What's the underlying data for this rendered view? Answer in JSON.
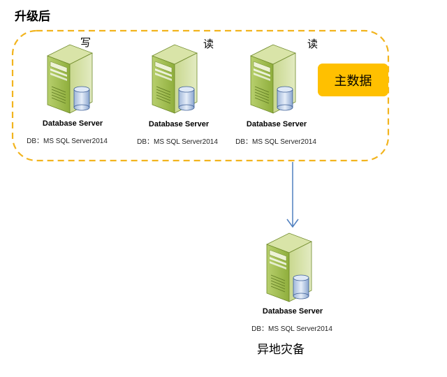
{
  "title": "升级后",
  "primary_badge": "主数据",
  "disaster_recovery_label": "异地灾备",
  "colors": {
    "dash_border": "#f2b41e",
    "badge": "#ffc000",
    "arrow": "#4f7fbf",
    "server_green": "#9fbe4a"
  },
  "servers": [
    {
      "op": "写",
      "name": "Database Server",
      "db": "DB：MS SQL Server2014"
    },
    {
      "op": "读",
      "name": "Database Server",
      "db": "DB：MS SQL Server2014"
    },
    {
      "op": "读",
      "name": "Database Server",
      "db": "DB：MS SQL Server2014"
    }
  ],
  "backup_server": {
    "name": "Database Server",
    "db": "DB：MS SQL Server2014"
  },
  "icons": [
    "server-icon",
    "database-cylinder-icon",
    "down-arrow-icon"
  ]
}
